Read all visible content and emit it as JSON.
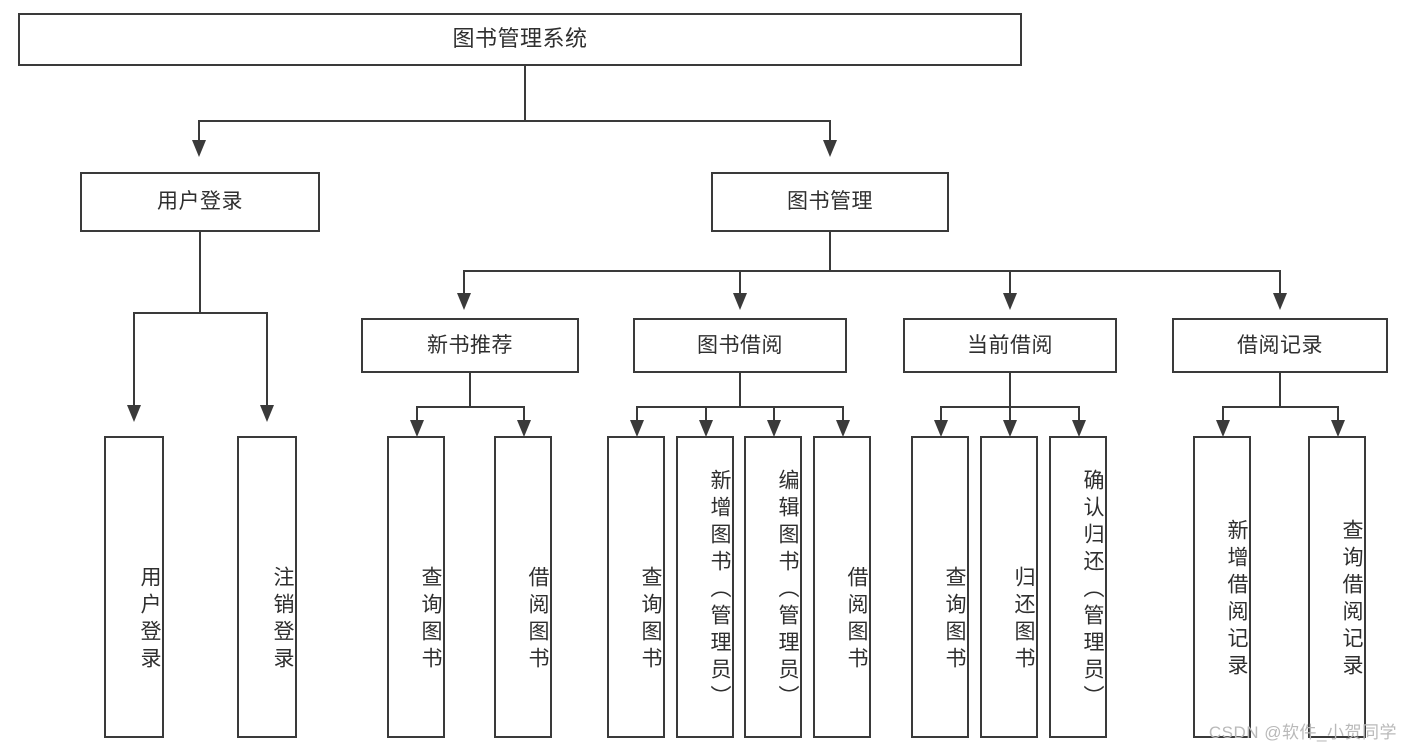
{
  "diagram": {
    "title": "图书管理系统",
    "type": "tree",
    "root": {
      "label": "图书管理系统"
    },
    "level2": [
      {
        "label": "用户登录"
      },
      {
        "label": "图书管理"
      }
    ],
    "level3": [
      {
        "label": "新书推荐"
      },
      {
        "label": "图书借阅"
      },
      {
        "label": "当前借阅"
      },
      {
        "label": "借阅记录"
      }
    ],
    "leaves": {
      "user_login": [
        {
          "label": "用户登录"
        },
        {
          "label": "注销登录"
        }
      ],
      "new_book_recommend": [
        {
          "label": "查询图书"
        },
        {
          "label": "借阅图书"
        }
      ],
      "book_borrow": [
        {
          "label": "查询图书"
        },
        {
          "label": "新增图书（管理员）"
        },
        {
          "label": "编辑图书（管理员）"
        },
        {
          "label": "借阅图书"
        }
      ],
      "current_borrow": [
        {
          "label": "查询图书"
        },
        {
          "label": "归还图书"
        },
        {
          "label": "确认归还（管理员）"
        }
      ],
      "borrow_record": [
        {
          "label": "新增借阅记录"
        },
        {
          "label": "查询借阅记录"
        }
      ]
    }
  },
  "watermark": {
    "text": "CSDN @软件_小贺同学"
  },
  "colors": {
    "stroke": "#3a3a3a",
    "text": "#2f2f2f",
    "background": "#ffffff",
    "watermark": "#b9b9b9"
  }
}
